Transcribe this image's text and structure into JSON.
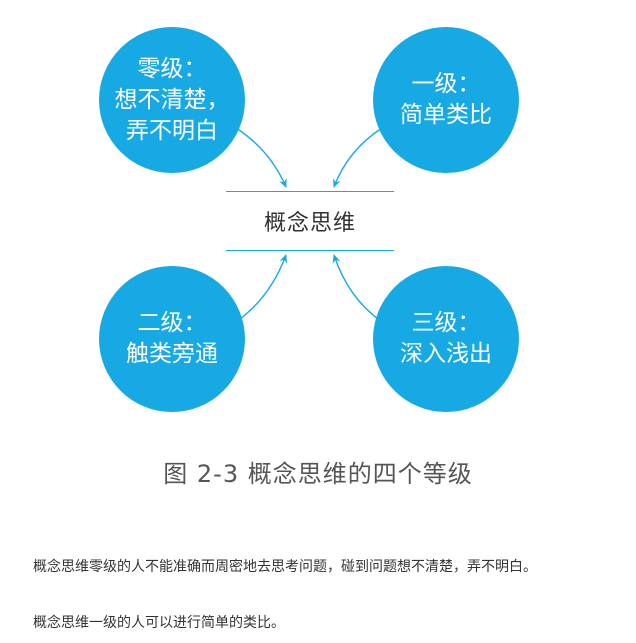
{
  "figure": {
    "center_label": "概念思维",
    "circles": [
      {
        "lines": [
          "零级：",
          "想不清楚，",
          "弄不明白"
        ]
      },
      {
        "lines": [
          "一级：",
          "简单类比"
        ]
      },
      {
        "lines": [
          "二级：",
          "触类旁通"
        ]
      },
      {
        "lines": [
          "三级：",
          "深入浅出"
        ]
      }
    ],
    "accent_color": "#17a9e4",
    "caption": "图 2-3   概念思维的四个等级"
  },
  "paragraphs": [
    "概念思维零级的人不能准确而周密地去思考问题，碰到问题想不清楚，弄不明白。",
    "概念思维一级的人可以进行简单的类比。"
  ]
}
